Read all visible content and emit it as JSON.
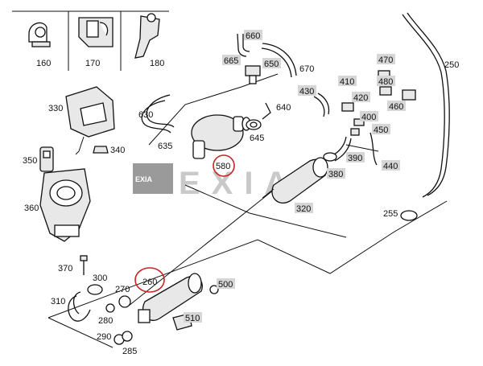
{
  "watermark": {
    "logo": "EXIA",
    "text": "EXIA"
  },
  "labels": {
    "l160": "160",
    "l170": "170",
    "l180": "180",
    "l330": "330",
    "l340": "340",
    "l350": "350",
    "l360": "360",
    "l370": "370",
    "l300": "300",
    "l310": "310",
    "l270": "270",
    "l280": "280",
    "l290": "290",
    "l285": "285",
    "l260": "260",
    "l630": "630",
    "l635": "635",
    "l645": "645",
    "l640": "640",
    "l670": "670",
    "l250": "250",
    "l255": "255",
    "l580": "580",
    "l660": "660",
    "l665": "665",
    "l650": "650",
    "l410": "410",
    "l430": "430",
    "l420": "420",
    "l400": "400",
    "l450": "450",
    "l470": "470",
    "l480": "480",
    "l460": "460",
    "l390": "390",
    "l440": "440",
    "l380": "380",
    "l320": "320",
    "l500": "500",
    "l510": "510"
  },
  "colors": {
    "highlight": "#cc2222",
    "label_box": "#d6d6d6"
  }
}
